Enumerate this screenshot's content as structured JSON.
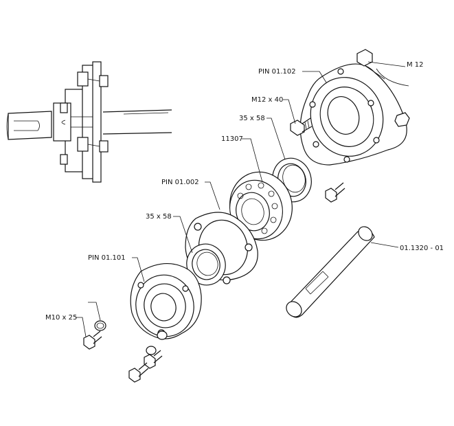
{
  "labels": {
    "m12": "M 12",
    "pin_01_102": "PIN 01.102",
    "m12x40": "M12 x 40",
    "size_35x58_top": "35 x 58",
    "bearing_11307": "11307",
    "pin_01_002": "PIN 01.002",
    "size_35x58_mid": "35 x 58",
    "pin_01_101": "PIN 01.101",
    "shaft_01_1320": "01.1320 - 01",
    "m10x25": "M10 x 25"
  }
}
